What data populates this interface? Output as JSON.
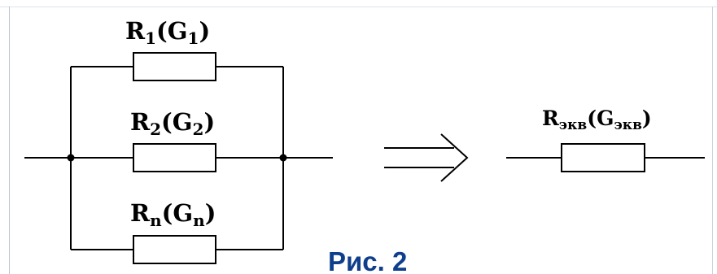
{
  "figure": {
    "caption": "Рис. 2",
    "colors": {
      "caption": "#0f3f8c",
      "lines": "#000000",
      "background": "#ffffff"
    }
  },
  "parallel_circuit": {
    "resistors": [
      {
        "label_main": "R",
        "label_sub": "1",
        "label_cond": "G",
        "label_cond_sub": "1"
      },
      {
        "label_main": "R",
        "label_sub": "2",
        "label_cond": "G",
        "label_cond_sub": "2"
      },
      {
        "label_main": "R",
        "label_sub": "n",
        "label_cond": "G",
        "label_cond_sub": "n"
      }
    ]
  },
  "equivalent_circuit": {
    "label_main": "R",
    "label_sub": "экв",
    "label_cond": "G",
    "label_cond_sub": "экв"
  }
}
